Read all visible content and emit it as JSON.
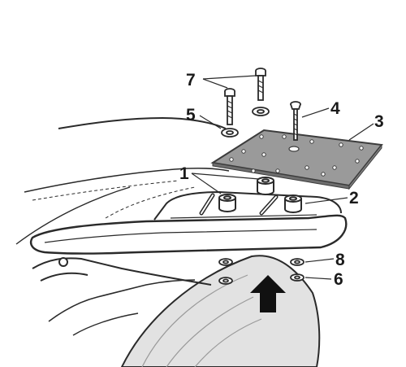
{
  "callouts": {
    "c1": "1",
    "c2": "2",
    "c3": "3",
    "c4": "4",
    "c5": "5",
    "c6": "6",
    "c7": "7",
    "c8": "8"
  },
  "colors": {
    "plate": "#9a9a9a",
    "plate_edge": "#3c3c3c",
    "line": "#2a2a2a",
    "lamp_fill": "#e2e2e2",
    "arrow": "#111111"
  }
}
